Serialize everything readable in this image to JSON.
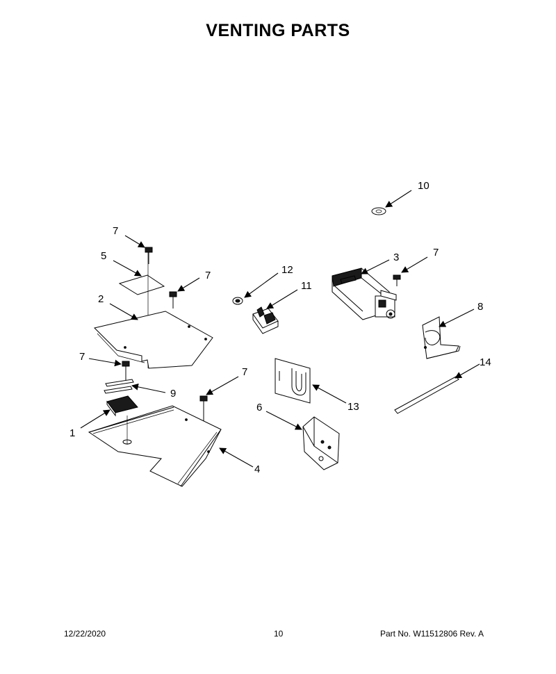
{
  "title": "VENTING PARTS",
  "footer": {
    "date": "12/22/2020",
    "page": "10",
    "part_number": "Part No.  W11512806  Rev.  A"
  },
  "callouts": {
    "c1": "1",
    "c2": "2",
    "c3": "3",
    "c4": "4",
    "c5": "5",
    "c6": "6",
    "c7a": "7",
    "c7b": "7",
    "c7c": "7",
    "c7d": "7",
    "c7e": "7",
    "c8": "8",
    "c9": "9",
    "c10": "10",
    "c11": "11",
    "c12": "12",
    "c13": "13",
    "c14": "14"
  }
}
